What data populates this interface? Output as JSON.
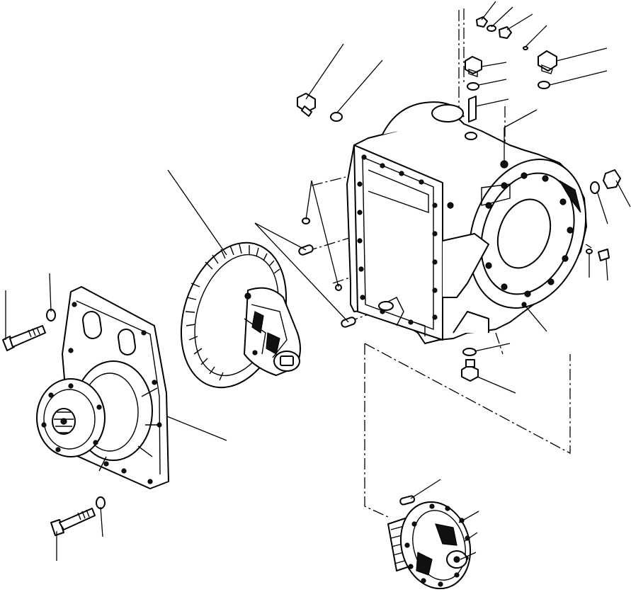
{
  "diagram": {
    "kind": "exploded-parts-drawing",
    "text_labels": [],
    "parts": [
      {
        "name": "rear-axle-housing",
        "depiction": "housing"
      },
      {
        "name": "ring-gear-differential",
        "depiction": "ring-gear"
      },
      {
        "name": "brake-cover-plate",
        "depiction": "cover-plate"
      },
      {
        "name": "planetary-hub",
        "depiction": "hub"
      },
      {
        "name": "breather-fitting",
        "depiction": "fitting"
      },
      {
        "name": "plug",
        "depiction": "plug"
      },
      {
        "name": "washer",
        "depiction": "washer"
      },
      {
        "name": "bolt",
        "depiction": "bolt"
      },
      {
        "name": "dowel-pin",
        "depiction": "pin"
      }
    ],
    "leader_line_count": 30,
    "colors": {
      "line": "#000000",
      "background": "#ffffff",
      "fill": "#ffffff"
    }
  }
}
